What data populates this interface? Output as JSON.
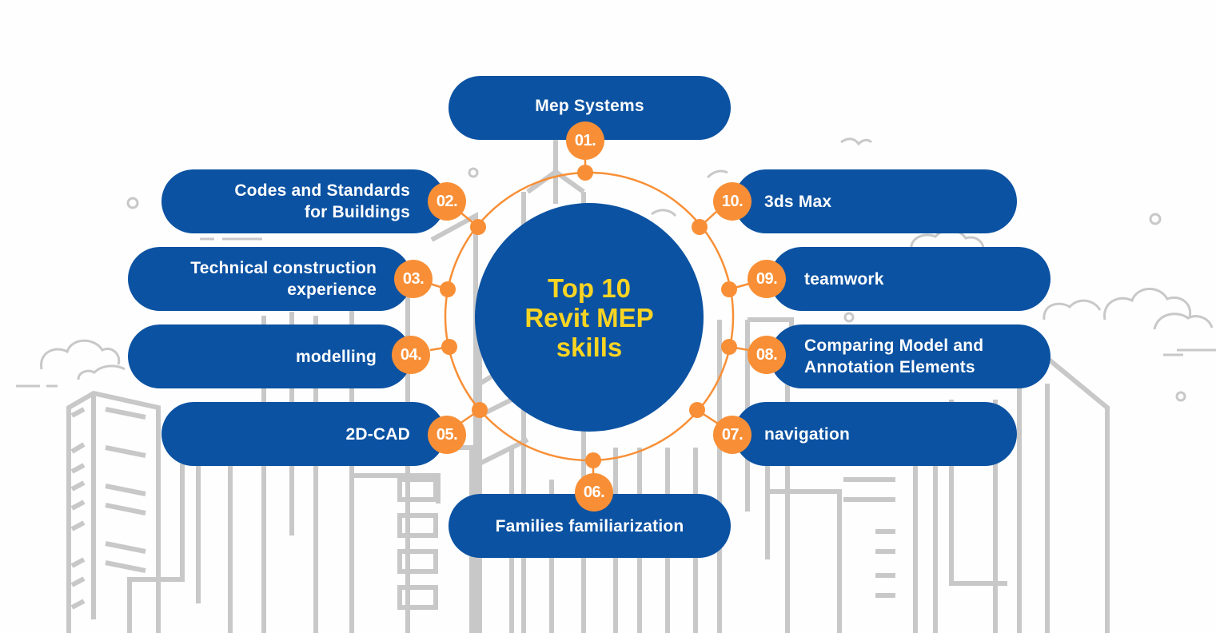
{
  "title": "Top 10\nRevit MEP\nskills",
  "colors": {
    "pill": "#0b52a2",
    "badge": "#f88f36",
    "title": "#f9d423",
    "background_line_art": "#c8c8c8"
  },
  "skills": [
    {
      "number": "01.",
      "label": "Mep Systems"
    },
    {
      "number": "02.",
      "label": "Codes and Standards\nfor Buildings"
    },
    {
      "number": "03.",
      "label": "Technical construction\nexperience"
    },
    {
      "number": "04.",
      "label": "modelling"
    },
    {
      "number": "05.",
      "label": "2D-CAD"
    },
    {
      "number": "06.",
      "label": "Families familiarization"
    },
    {
      "number": "07.",
      "label": "navigation"
    },
    {
      "number": "08.",
      "label": "Comparing Model and\nAnnotation Elements"
    },
    {
      "number": "09.",
      "label": "teamwork"
    },
    {
      "number": "10.",
      "label": "3ds Max"
    }
  ]
}
